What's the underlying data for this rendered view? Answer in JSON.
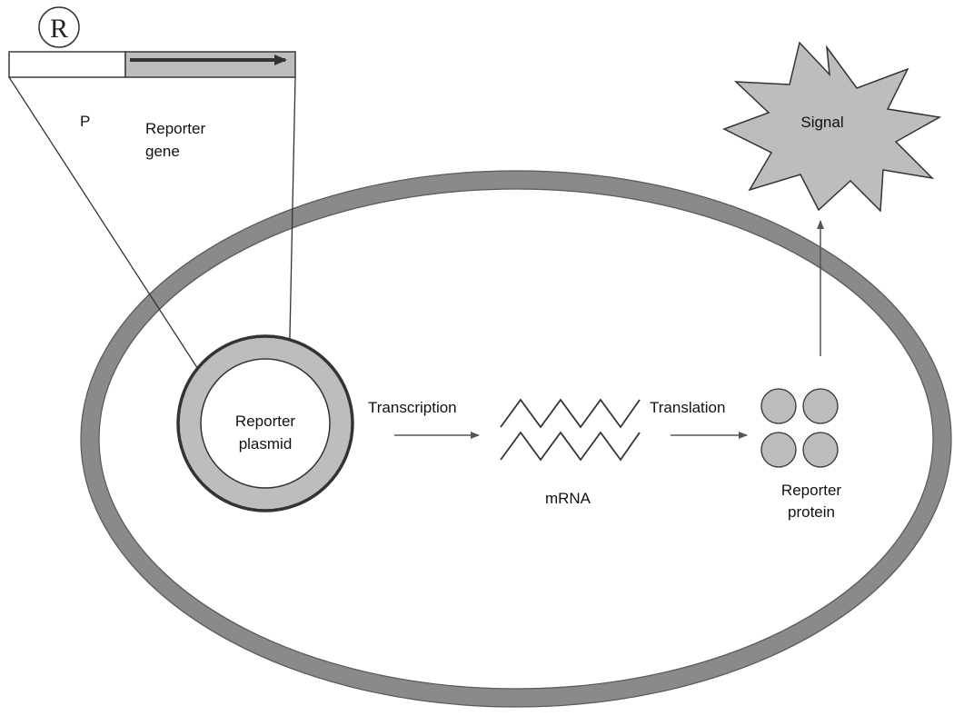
{
  "construct": {
    "symbol": "R",
    "promoter_label": "P",
    "gene_label_line1": "Reporter",
    "gene_label_line2": "gene"
  },
  "plasmid": {
    "label_line1": "Reporter",
    "label_line2": "plasmid"
  },
  "steps": {
    "transcription": "Transcription",
    "translation": "Translation"
  },
  "mrna": {
    "label": "mRNA"
  },
  "protein": {
    "label_line1": "Reporter",
    "label_line2": "protein"
  },
  "signal": {
    "label": "Signal"
  },
  "colors": {
    "membrane": "#8a8a8a",
    "fill_gray": "#bdbdbd",
    "outline": "#3a3a3a",
    "arrow": "#555555"
  }
}
